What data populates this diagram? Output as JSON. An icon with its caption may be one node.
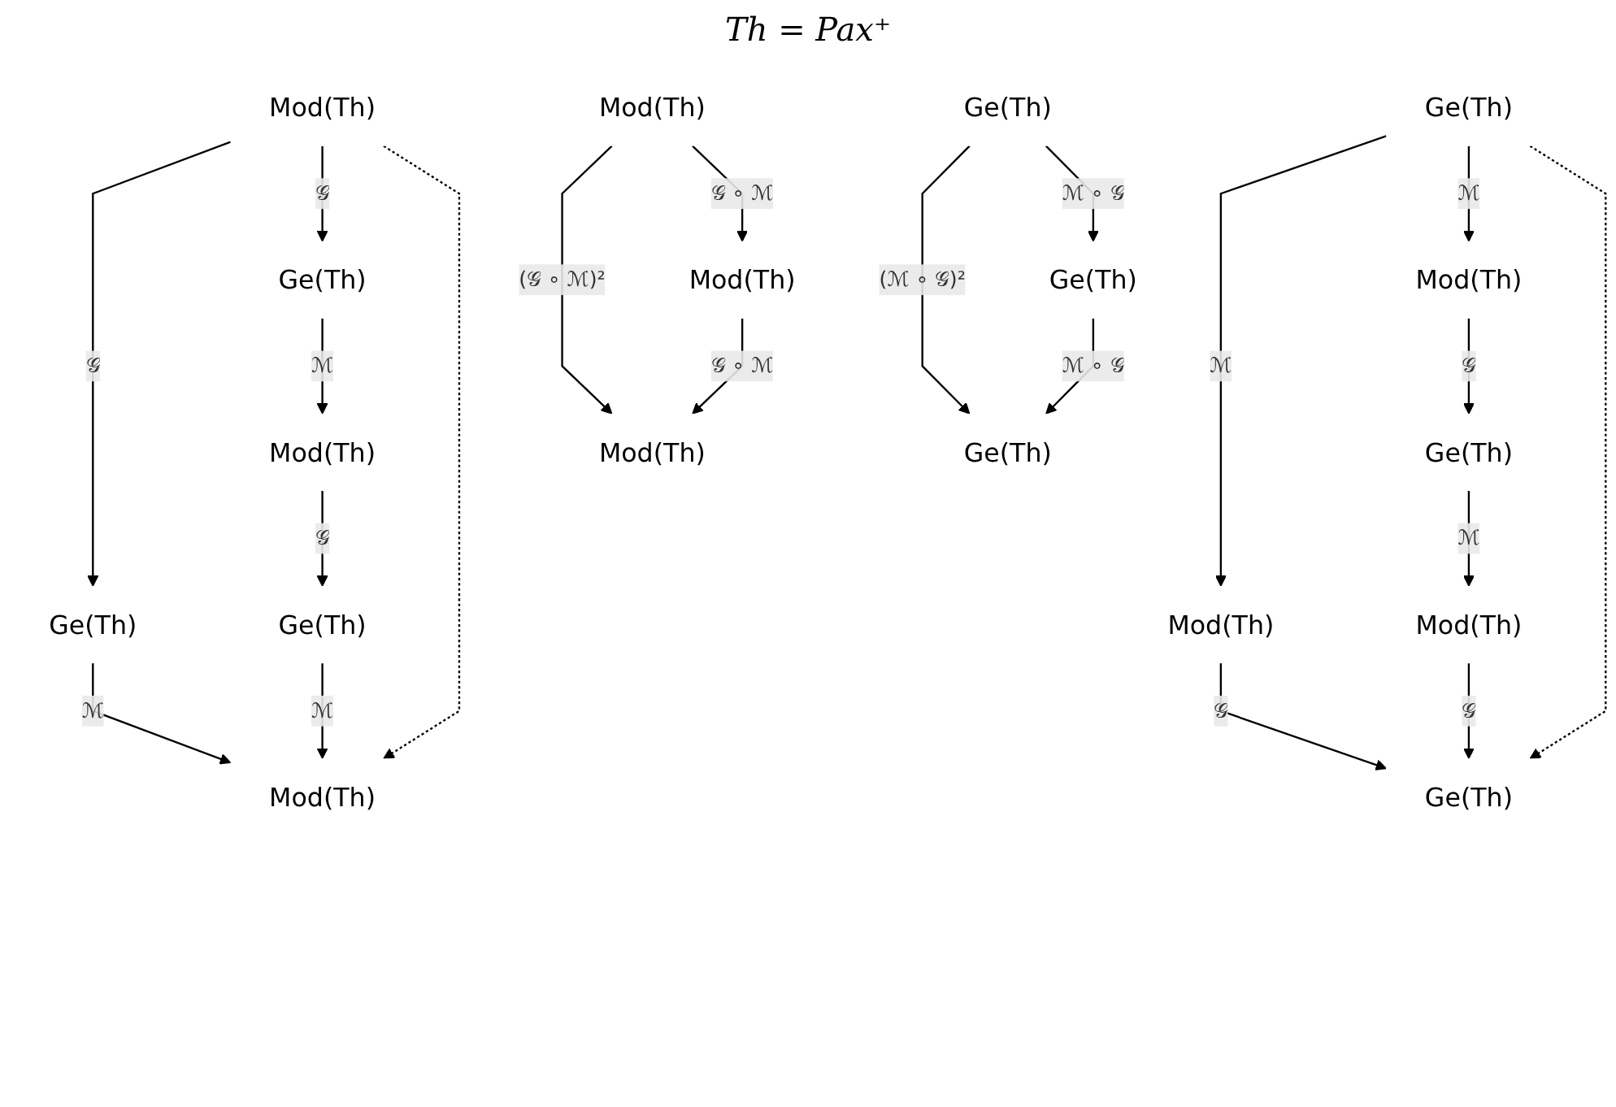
{
  "diagram": {
    "nodes": [
      {
        "text": [
          "Mod(Th)"
        ]
      },
      {
        "text": [
          "Ge(Th)"
        ]
      },
      {
        "text": [
          "Ge(Th)"
        ]
      },
      {
        "text": [
          "Mod(Th)"
        ]
      },
      {
        "text": [
          "Mod(Th)"
        ]
      },
      {
        "text": [
          "Ge(Th)"
        ]
      },
      {
        "text": [
          "Ge(Th)"
        ]
      },
      {
        "text": [
          "Mod(Th)"
        ]
      },
      {
        "text": [
          "Mod(Th)"
        ]
      },
      {
        "text": [
          "Ge(Th)"
        ]
      },
      {
        "text": [
          "Ge(Th)"
        ]
      },
      {
        "text": [
          "Mod(Th)"
        ]
      },
      {
        "text": [
          "Mod(Th)"
        ]
      },
      {
        "text": [
          "Mod(Th)"
        ]
      },
      {
        "text": [
          "Mod(Th)"
        ]
      },
      {
        "text": [
          "Ge(Th)"
        ]
      },
      {
        "text": [
          "Ge(Th)"
        ]
      },
      {
        "text": [
          "Ge(Th)"
        ]
      }
    ],
    "edges": [
      {
        "from": 0,
        "to": 1,
        "arrow": "to",
        "label": "𝒢"
      },
      {
        "from": 0,
        "to": 2,
        "arrow": "to",
        "label": "𝒢"
      },
      {
        "from": 1,
        "to": 3,
        "arrow": "to",
        "label": "ℳ"
      },
      {
        "from": 2,
        "to": 4,
        "arrow": "to",
        "label": "ℳ"
      },
      {
        "from": 4,
        "to": 5,
        "arrow": "to",
        "label": "𝒢"
      },
      {
        "from": 5,
        "to": 3,
        "arrow": "to",
        "label": "ℳ"
      },
      {
        "from": 0,
        "to": 3,
        "arrow": "to",
        "style": "dashed"
      },
      {
        "from": 6,
        "to": 7,
        "arrow": "to",
        "label": "ℳ"
      },
      {
        "from": 6,
        "to": 8,
        "arrow": "to",
        "label": "ℳ"
      },
      {
        "from": 7,
        "to": 9,
        "arrow": "to",
        "label": "𝒢"
      },
      {
        "from": 8,
        "to": 10,
        "arrow": "to",
        "label": "𝒢"
      },
      {
        "from": 10,
        "to": 11,
        "arrow": "to",
        "label": "ℳ"
      },
      {
        "from": 11,
        "to": 9,
        "arrow": "to",
        "label": "𝒢"
      },
      {
        "from": 6,
        "to": 9,
        "arrow": "to",
        "style": "dashed"
      },
      {
        "from": 12,
        "to": 13,
        "arrow": "to",
        "label": "(𝒢 ∘ ℳ)²"
      },
      {
        "from": 12,
        "to": 14,
        "arrow": "to",
        "label": "𝒢 ∘ ℳ"
      },
      {
        "from": 14,
        "to": 13,
        "arrow": "to",
        "label": "𝒢 ∘ ℳ"
      },
      {
        "from": 15,
        "to": 16,
        "arrow": "to",
        "label": "(ℳ ∘ 𝒢)²"
      },
      {
        "from": 15,
        "to": 17,
        "arrow": "to",
        "label": "ℳ ∘ 𝒢"
      },
      {
        "from": 17,
        "to": 16,
        "arrow": "to",
        "label": "ℳ ∘ 𝒢"
      }
    ],
    "labels": [
      "Th = Pax⁺"
    ]
  }
}
